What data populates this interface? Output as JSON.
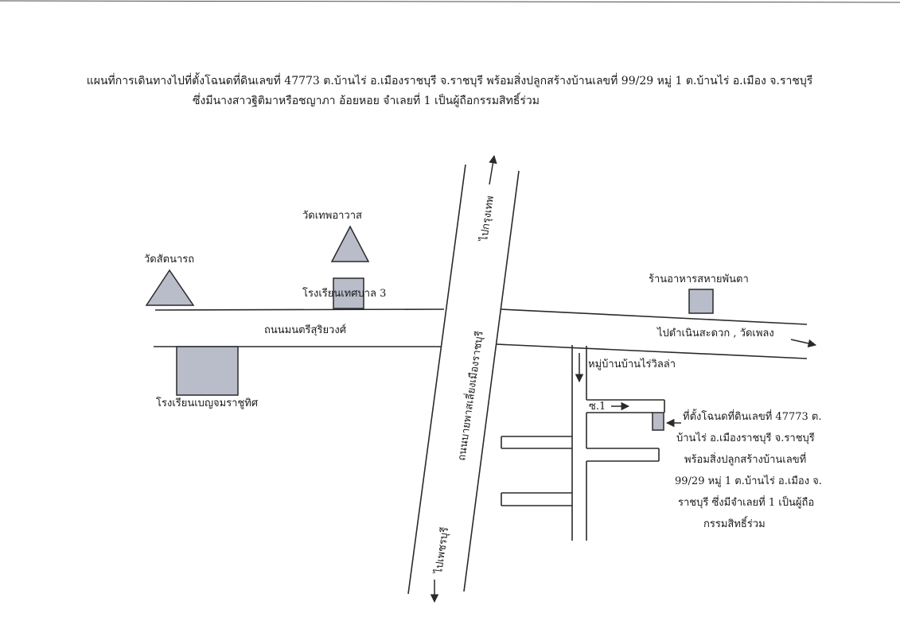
{
  "colors": {
    "shape_fill": "#b9bcc9",
    "line": "#2a2a2a",
    "background": "#ffffff"
  },
  "title": {
    "line1": "แผนที่การเดินทางไปที่ตั้งโฉนดที่ดินเลขที่ 47773 ต.บ้านไร่ อ.เมืองราชบุรี จ.ราชบุรี พร้อมสิ่งปลูกสร้างบ้านเลขที่ 99/29 หมู่ 1 ต.บ้านไร่ อ.เมือง จ.ราชบุรี",
    "line2": "ซึ่งมีนางสาวฐิติมาหรือชญาภา อ้อยหอย จำเลยที่ 1 เป็นผู้ถือกรรมสิทธิ์ร่วม"
  },
  "landmarks": {
    "wat_satanarot": "วัดสัตนารถ",
    "wat_thep_awat": "วัดเทพอาวาส",
    "school_thesaban3": "โรงเรียนเทศบาล 3",
    "school_benchama": "โรงเรียนเบญจมราชูทิศ",
    "restaurant": "ร้านอาหารสหายพันตา"
  },
  "roads": {
    "montri_suriyawong": "ถนนมนตรีสุริยวงศ์",
    "bypass": "ถนนบายพาสเลี่ยงเมืองราชบุรี",
    "to_bangkok": "ไปกรุงเทพ",
    "to_phetchaburi": "ไปเพชรบุรี",
    "to_damnoen": "ไปดำเนินสะดวก , วัดเพลง",
    "village": "หมู่บ้านบ้านไร่วิลล่า",
    "soi": "ซ.1"
  },
  "site_note": {
    "line1": "ที่ตั้งโฉนดที่ดินเลขที่ 47773 ต.",
    "line2": "บ้านไร่ อ.เมืองราชบุรี จ.ราชบุรี",
    "line3": "พร้อมสิ่งปลูกสร้างบ้านเลขที่",
    "line4": "99/29 หมู่ 1 ต.บ้านไร่ อ.เมือง จ.",
    "line5": "ราชบุรี ซึ่งมีจำเลยที่ 1 เป็นผู้ถือ",
    "line6": "กรรมสิทธิ์ร่วม"
  }
}
